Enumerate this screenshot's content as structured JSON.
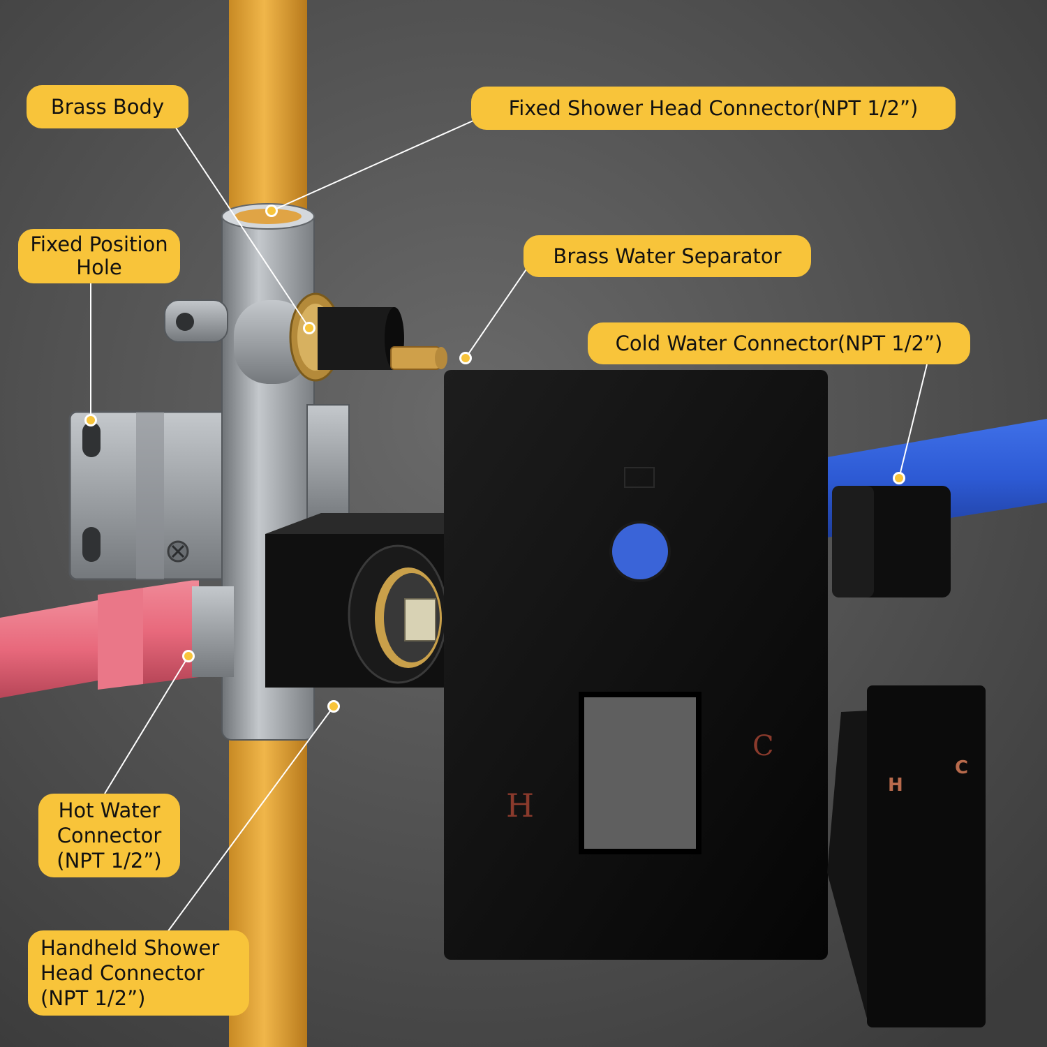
{
  "colors": {
    "callout_fill": "#F8C43A",
    "wall": "#545454",
    "supply_pipe": "#E9A83A",
    "hot_pipe": "#E86A7C",
    "cold_pipe": "#2F5FD8",
    "trim_black": "#0d0d0d",
    "valve_body": "#9a9ea2",
    "brass": "#C9A24A"
  },
  "callouts": {
    "brass_body": [
      "Brass Body"
    ],
    "fixed_shower_head": [
      "Fixed Shower Head Connector(NPT 1/2”)"
    ],
    "fixed_position_hole": [
      "Fixed Position",
      "Hole"
    ],
    "brass_water_separator": [
      "Brass Water Separator"
    ],
    "cold_water": [
      "Cold Water Connector(NPT 1/2”)"
    ],
    "hot_water": [
      "Hot Water",
      "Connector",
      "(NPT 1/2”)"
    ],
    "handheld_shower_head": [
      "Handheld Shower",
      "Head Connector",
      "(NPT 1/2”)"
    ]
  },
  "trim_plate": {
    "hot_mark": "H",
    "cold_mark": "C"
  },
  "lever_handle": {
    "hot_mark": "H",
    "cold_mark": "C"
  }
}
